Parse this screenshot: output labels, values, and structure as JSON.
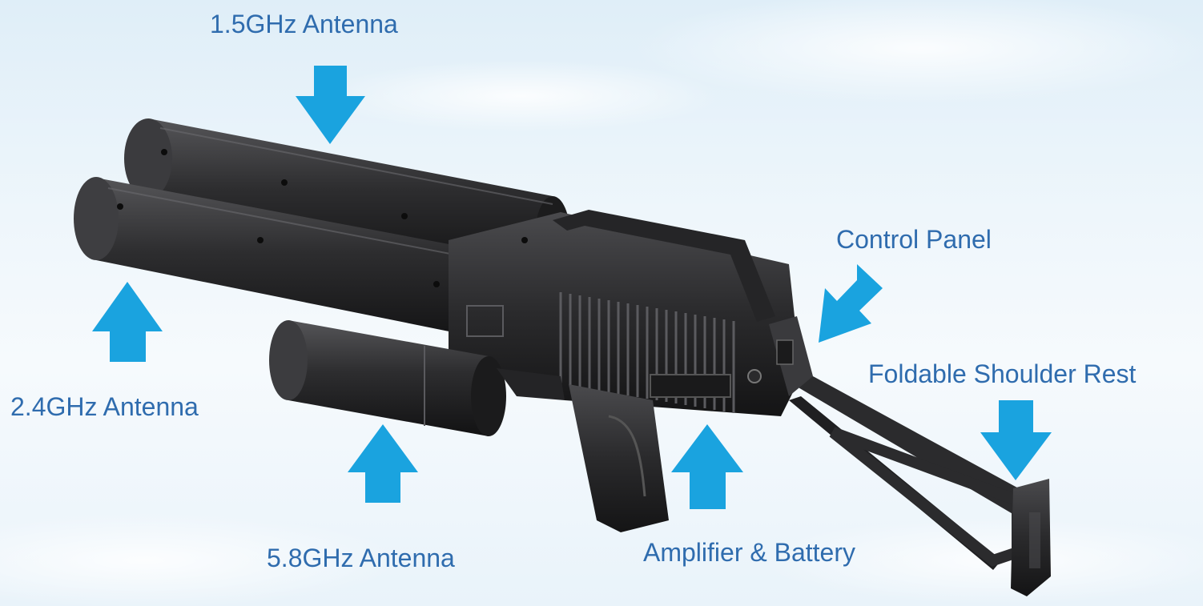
{
  "labels": {
    "antenna_15": "1.5GHz Antenna",
    "control_panel": "Control Panel",
    "shoulder_rest": "Foldable Shoulder Rest",
    "antenna_24": "2.4GHz Antenna",
    "antenna_58": "5.8GHz Antenna",
    "amplifier_battery": "Amplifier & Battery"
  },
  "colors": {
    "label_text": "#2f6cae",
    "arrow": "#1aa3df",
    "device_body": "#2c2c2e",
    "sky": "#eaf4fb"
  },
  "arrows": [
    {
      "name": "arrow-1-5ghz-antenna",
      "direction": "down"
    },
    {
      "name": "arrow-2-4ghz-antenna",
      "direction": "up"
    },
    {
      "name": "arrow-5-8ghz-antenna",
      "direction": "up"
    },
    {
      "name": "arrow-amplifier-battery",
      "direction": "up"
    },
    {
      "name": "arrow-control-panel",
      "direction": "down-left"
    },
    {
      "name": "arrow-shoulder-rest",
      "direction": "down"
    }
  ]
}
